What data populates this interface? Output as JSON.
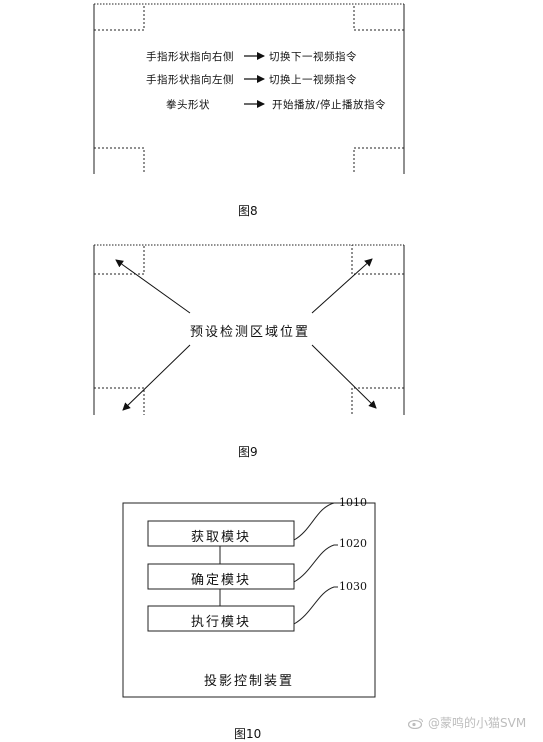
{
  "figure8": {
    "rows": [
      {
        "gesture": "手指形状指向右侧",
        "command": "切换下一视频指令"
      },
      {
        "gesture": "手指形状指向左侧",
        "command": "切换上一视频指令"
      },
      {
        "gesture": "拳头形状",
        "command": "开始播放/停止播放指令"
      }
    ],
    "caption": "图8"
  },
  "figure9": {
    "center_label": "预设检测区域位置",
    "caption": "图9"
  },
  "figure10": {
    "modules": [
      {
        "label": "获取模块",
        "ref": "1010"
      },
      {
        "label": "确定模块",
        "ref": "1020"
      },
      {
        "label": "执行模块",
        "ref": "1030"
      }
    ],
    "device_label": "投影控制装置",
    "caption": "图10"
  },
  "watermark": "@蒙鸣的小猫SVM"
}
